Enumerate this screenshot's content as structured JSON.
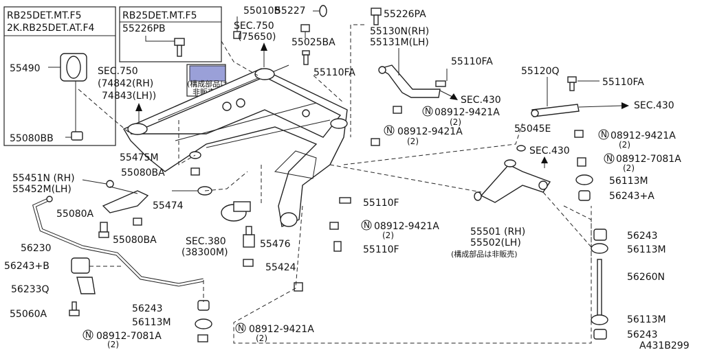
{
  "diagram_id": "A431B299",
  "inset_left": {
    "header": [
      "RB25DET.MT.F5",
      "2K.RB25DET.AT.F4"
    ],
    "parts": [
      "55490",
      "55080BB"
    ]
  },
  "inset_middle": {
    "header": "RB25DET.MT.F5",
    "part": "55226PB"
  },
  "sec750_top": [
    "SEC.750",
    "(75650)"
  ],
  "sec750_left": [
    "SEC.750",
    "(74842(RH)",
    "74843(LH))"
  ],
  "not_sold_note": [
    "(構成部品は",
    "非販売)"
  ],
  "not_sold_note_right": "(構成部品は非販売)",
  "sec380": [
    "SEC.380",
    "(38300M)"
  ],
  "sec430": "SEC.430",
  "labels": {
    "p55010B": "55010B",
    "p55227": "55227",
    "p55226PA": "55226PA",
    "p55025BA": "55025BA",
    "p55110FA": "55110FA",
    "p55130N": "55130N(RH)",
    "p55131M": "55131M(LH)",
    "p55110FA_2": "55110FA",
    "p55120Q": "55120Q",
    "p55110FA_3": "55110FA",
    "p55045E": "55045E",
    "p55475M": "55475M",
    "p55080BA": "55080BA",
    "p55451N": "55451N (RH)",
    "p55452M": "55452M(LH)",
    "p55474": "55474",
    "p55080A": "55080A",
    "p55080BA_2": "55080BA",
    "p56230": "56230",
    "p56243B": "56243+B",
    "p56233Q": "56233Q",
    "p55060A": "55060A",
    "p55110F": "55110F",
    "p55476": "55476",
    "p55424": "55424",
    "p55110F_2": "55110F",
    "p55501": "55501 (RH)",
    "p55502": "55502(LH)",
    "p56113M": "56113M",
    "p56243A": "56243+A",
    "p56243": "56243",
    "p56113M_2": "56113M",
    "p56260N": "56260N",
    "p56113M_3": "56113M",
    "p56243_2": "56243",
    "p56243_3": "56243",
    "p56113M_4": "56113M"
  },
  "nuts": {
    "n1": "08912-9421A",
    "n2": "08912-9421A",
    "n3": "08912-9421A",
    "n4": "08912-7081A",
    "n5": "08912-9421A",
    "n6": "08912-9421A",
    "n7": "08912-7081A"
  },
  "qty2": "(2)",
  "circle_n": "N"
}
